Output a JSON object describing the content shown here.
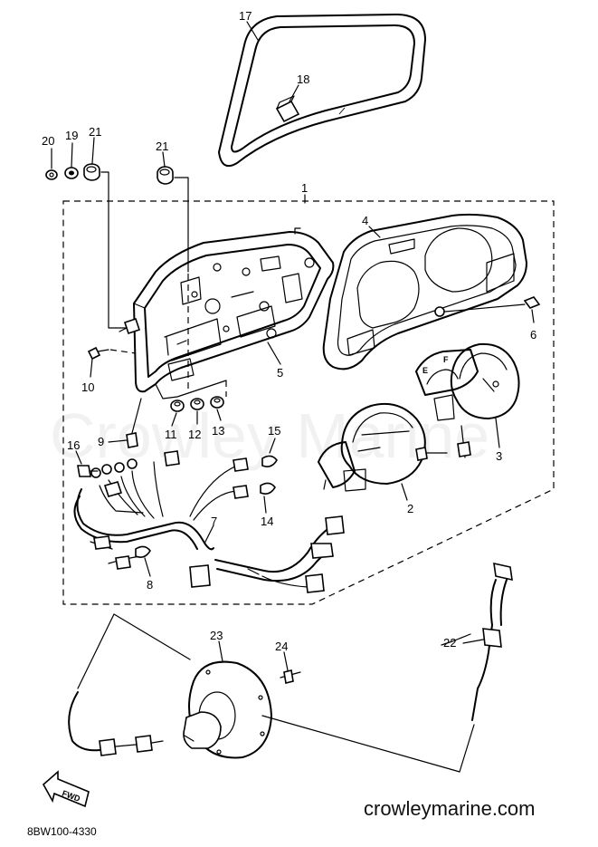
{
  "watermark": "Crowley Marine",
  "website": "crowleymarine.com",
  "diagram_code": "8BW100-4330",
  "fwd_label": "FWD",
  "callouts": {
    "c1": "1",
    "c2": "2",
    "c3": "3",
    "c4": "4",
    "c5": "5",
    "c6": "6",
    "c7": "7",
    "c8": "8",
    "c9": "9",
    "c10": "10",
    "c11": "11",
    "c12": "12",
    "c13": "13",
    "c14": "14",
    "c15": "15",
    "c16": "16",
    "c17": "17",
    "c18": "18",
    "c19": "19",
    "c20": "20",
    "c21a": "21",
    "c21b": "21",
    "c22": "22",
    "c23": "23",
    "c24": "24"
  },
  "gauge_letters": {
    "empty": "E",
    "full": "F"
  }
}
